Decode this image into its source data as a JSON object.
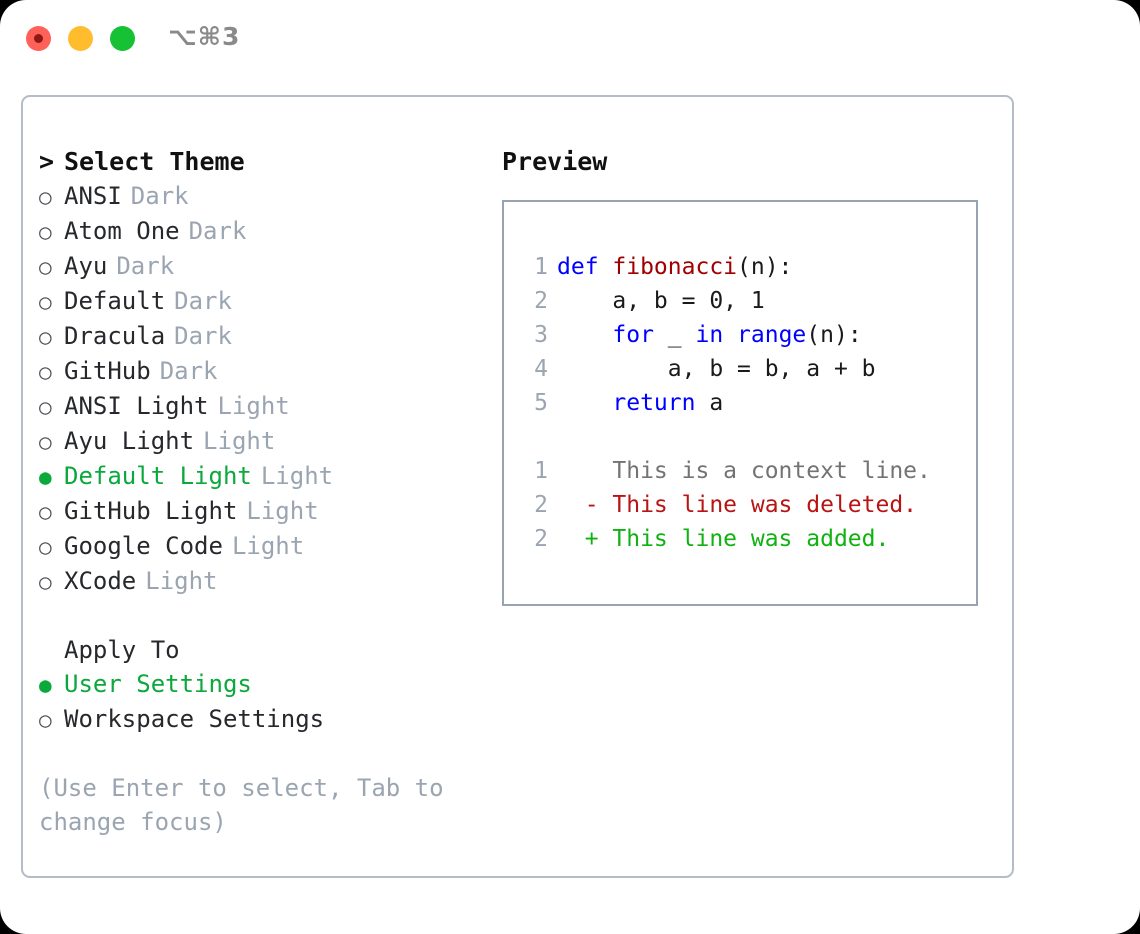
{
  "titlebar": {
    "shortcut": "⌥⌘3",
    "buttons": [
      {
        "name": "close",
        "color": "#ff6058"
      },
      {
        "name": "minimize",
        "color": "#ffbd2e"
      },
      {
        "name": "maximize",
        "color": "#17c134"
      }
    ]
  },
  "theme_list": {
    "caret": ">",
    "title": "Select Theme",
    "bullet_unselected": "○",
    "bullet_selected": "●",
    "items": [
      {
        "label": "ANSI",
        "tag": "Dark",
        "selected": false
      },
      {
        "label": "Atom One",
        "tag": "Dark",
        "selected": false
      },
      {
        "label": "Ayu",
        "tag": "Dark",
        "selected": false
      },
      {
        "label": "Default",
        "tag": "Dark",
        "selected": false
      },
      {
        "label": "Dracula",
        "tag": "Dark",
        "selected": false
      },
      {
        "label": "GitHub",
        "tag": "Dark",
        "selected": false
      },
      {
        "label": "ANSI Light",
        "tag": "Light",
        "selected": false
      },
      {
        "label": "Ayu Light",
        "tag": "Light",
        "selected": false
      },
      {
        "label": "Default Light",
        "tag": "Light",
        "selected": true
      },
      {
        "label": "GitHub Light",
        "tag": "Light",
        "selected": false
      },
      {
        "label": "Google Code",
        "tag": "Light",
        "selected": false
      },
      {
        "label": "XCode",
        "tag": "Light",
        "selected": false
      }
    ]
  },
  "apply_to": {
    "title": "Apply To",
    "items": [
      {
        "label": "User Settings",
        "selected": true
      },
      {
        "label": "Workspace Settings",
        "selected": false
      }
    ]
  },
  "hint": "(Use Enter to select, Tab to change focus)",
  "preview": {
    "title": "Preview",
    "code_lines": [
      {
        "no": "1",
        "indent": "",
        "tokens": [
          {
            "t": "def ",
            "c": "kw"
          },
          {
            "t": "fibonacci",
            "c": "fn"
          },
          {
            "t": "(n):",
            "c": "plain"
          }
        ]
      },
      {
        "no": "2",
        "indent": "    ",
        "tokens": [
          {
            "t": "a, b = 0, 1",
            "c": "plain"
          }
        ]
      },
      {
        "no": "3",
        "indent": "    ",
        "tokens": [
          {
            "t": "for",
            "c": "kw"
          },
          {
            "t": " _ ",
            "c": "plain"
          },
          {
            "t": "in",
            "c": "kw"
          },
          {
            "t": " ",
            "c": "plain"
          },
          {
            "t": "range",
            "c": "kw"
          },
          {
            "t": "(n):",
            "c": "plain"
          }
        ]
      },
      {
        "no": "4",
        "indent": "        ",
        "tokens": [
          {
            "t": "a, b = b, a + b",
            "c": "plain"
          }
        ]
      },
      {
        "no": "5",
        "indent": "    ",
        "tokens": [
          {
            "t": "return",
            "c": "kw"
          },
          {
            "t": " a",
            "c": "plain"
          }
        ]
      }
    ],
    "diff_lines": [
      {
        "no": "1",
        "marker": "  ",
        "text": "This is a context line.",
        "kind": "ctx"
      },
      {
        "no": "2",
        "marker": "- ",
        "text": "This line was deleted.",
        "kind": "del"
      },
      {
        "no": "2",
        "marker": "+ ",
        "text": "This line was added.",
        "kind": "add"
      }
    ]
  },
  "colors": {
    "selected_green": "#0ba83c",
    "added_green": "#10b210",
    "deleted_red": "#b81414",
    "keyword_blue": "#0000ff",
    "function_red": "#a00000",
    "muted": "#9aa5b1",
    "border": "#99a4b2"
  }
}
